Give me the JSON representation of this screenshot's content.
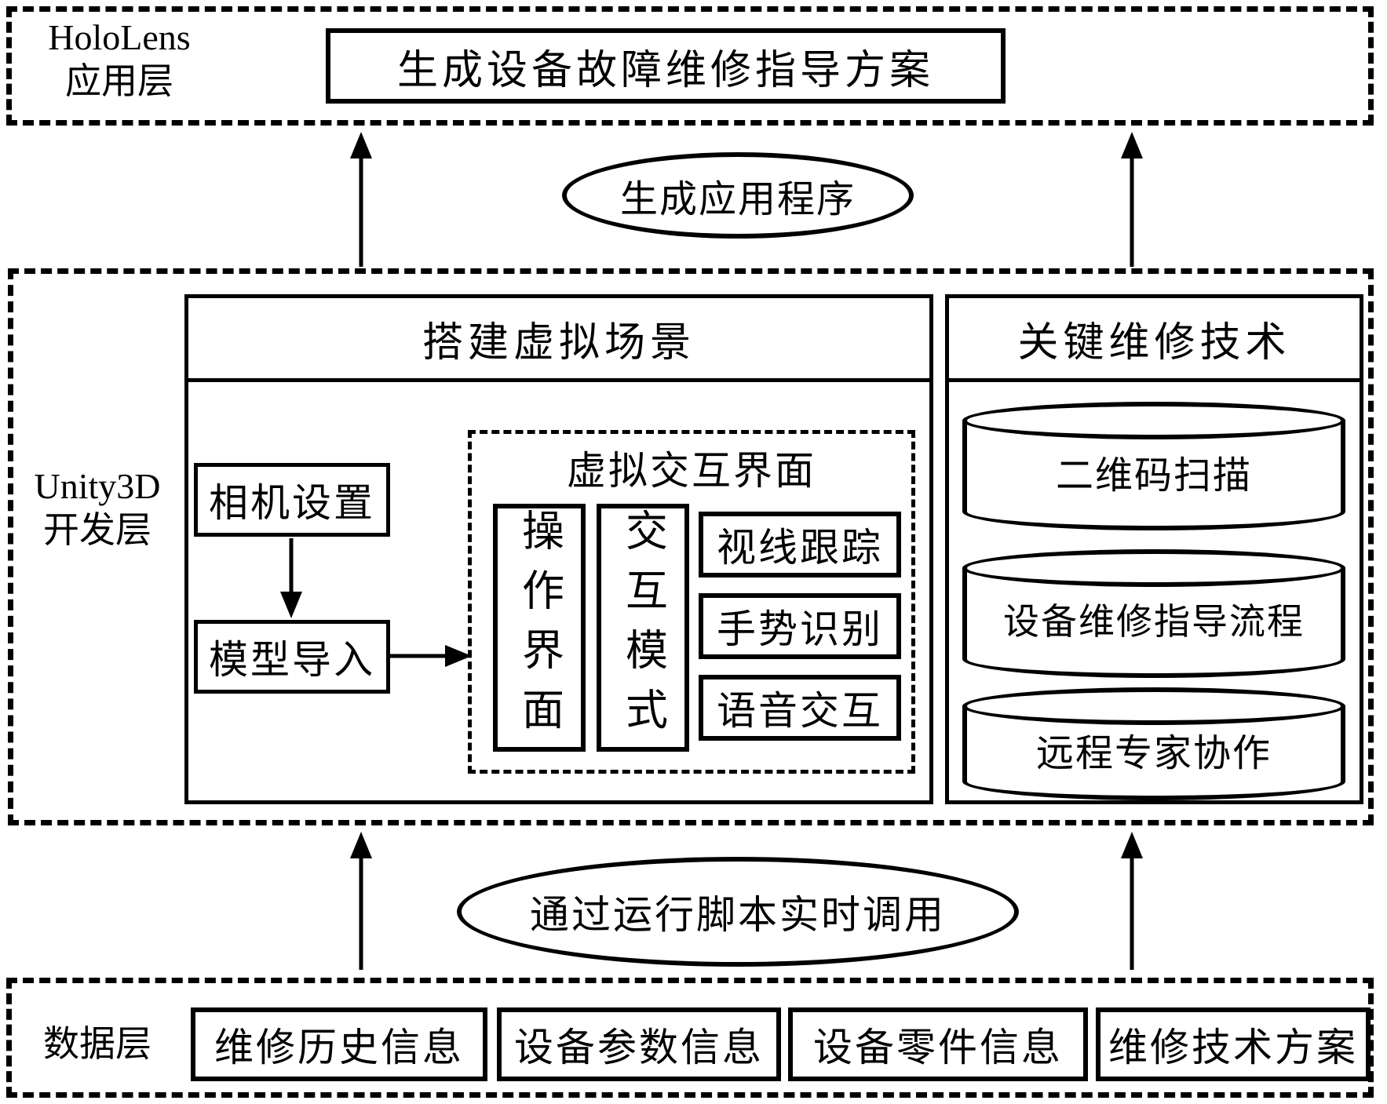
{
  "colors": {
    "ink": "#000000",
    "paper": "#ffffff"
  },
  "app_layer": {
    "label_line1": "HoloLens",
    "label_line2": "应用层",
    "output_box": "生成设备故障维修指导方案"
  },
  "connectors": {
    "top_ellipse": "生成应用程序",
    "bottom_ellipse": "通过运行脚本实时调用"
  },
  "dev_layer": {
    "label_line1": "Unity3D",
    "label_line2": "开发层",
    "scene": {
      "title": "搭建虚拟场景",
      "camera_box": "相机设置",
      "model_box": "模型导入",
      "interaction": {
        "title": "虚拟交互界面",
        "left_vertical": "操作界面",
        "right_vertical": "交互模式",
        "items": [
          "视线跟踪",
          "手势识别",
          "语音交互"
        ]
      }
    },
    "tech": {
      "title": "关键维修技术",
      "cylinders": [
        "二维码扫描",
        "设备维修指导流程",
        "远程专家协作"
      ]
    }
  },
  "data_layer": {
    "label": "数据层",
    "boxes": [
      "维修历史信息",
      "设备参数信息",
      "设备零件信息",
      "维修技术方案"
    ]
  }
}
